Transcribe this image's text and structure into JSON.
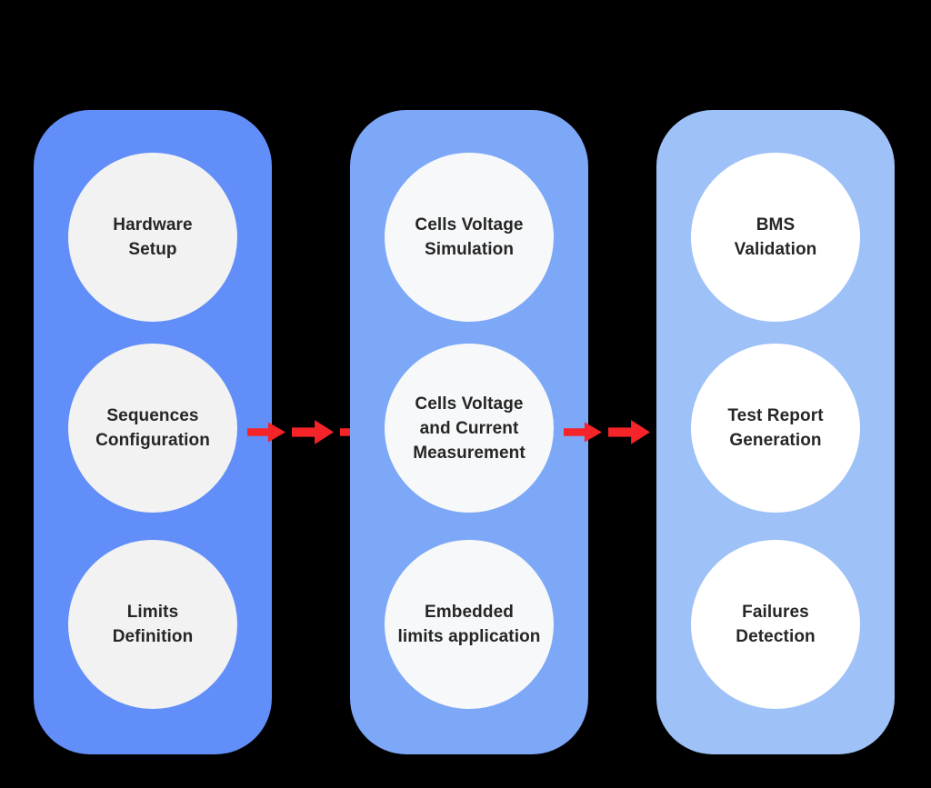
{
  "diagram": {
    "background_color": "#000000",
    "arrow_color": "#f42428",
    "text_color": "#262626",
    "columns": [
      {
        "id": "column-1",
        "fill": "#618ef8",
        "circle_fill": "#f2f2f2",
        "steps": [
          {
            "label": "Hardware\nSetup"
          },
          {
            "label": "Sequences\nConfiguration"
          },
          {
            "label": "Limits\nDefinition"
          }
        ]
      },
      {
        "id": "column-2",
        "fill": "#7da7f7",
        "circle_fill": "#f7f8f9",
        "steps": [
          {
            "label": "Cells Voltage\nSimulation"
          },
          {
            "label": "Cells Voltage\nand Current\nMeasurement"
          },
          {
            "label": "Embedded\nlimits application"
          }
        ]
      },
      {
        "id": "column-3",
        "fill": "#9ec1f7",
        "circle_fill": "#ffffff",
        "steps": [
          {
            "label": "BMS\nValidation"
          },
          {
            "label": "Test Report\nGeneration"
          },
          {
            "label": "Failures\nDetection"
          }
        ]
      }
    ]
  }
}
